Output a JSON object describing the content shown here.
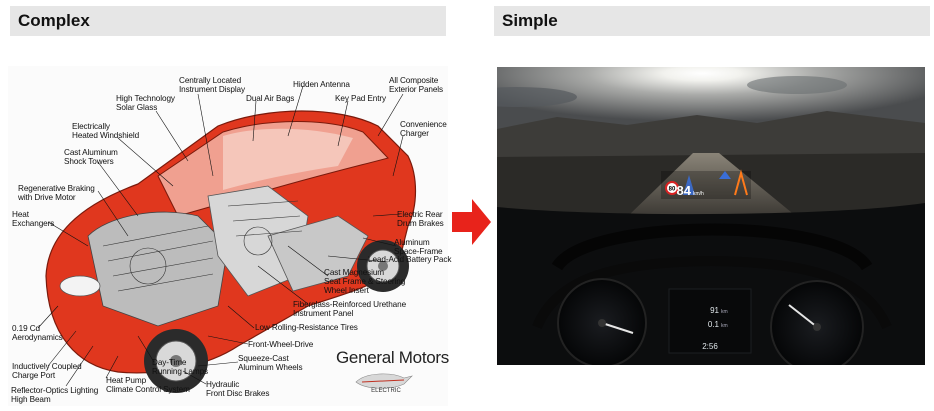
{
  "headers": {
    "left": "Complex",
    "right": "Simple"
  },
  "car_labels": {
    "centrally_located": "Centrally Located\nInstrument Display",
    "hidden_antenna": "Hidden Antenna",
    "all_composite": "All Composite\nExterior Panels",
    "high_technology": "High Technology\nSolar Glass",
    "dual_air_bags": "Dual Air Bags",
    "key_pad": "Key Pad Entry",
    "convenience_charger": "Convenience\nCharger",
    "electrically_heated": "Electrically\nHeated Windshield",
    "cast_aluminum_towers": "Cast Aluminum\nShock Towers",
    "regenerative_braking": "Regenerative Braking\nwith Drive Motor",
    "heat_exchangers": "Heat\nExchangers",
    "electric_rear": "Electric Rear\nDrum Brakes",
    "aluminum_space": "Aluminum\nSpace-Frame",
    "lead_acid": "Lead-Acid Battery Pack",
    "cast_magnesium": "Cast Magnesium\nSeat Frame & Steering\nWheel Insert",
    "fiberglass": "Fiberglass-Reinforced Urethane\nInstrument Panel",
    "low_rolling": "Low Rolling-Resistance Tires",
    "front_wheel": "Front-Wheel-Drive",
    "squeeze_cast": "Squeeze-Cast\nAluminum Wheels",
    "hydraulic": "Hydraulic\nFront Disc Brakes",
    "day_time": "Day-Time\nRunning Lamps",
    "heat_pump": "Heat Pump\nClimate Control System",
    "reflector": "Reflector-Optics Lighting\nHigh Beam",
    "inductively": "Inductively Coupled\nCharge Port",
    "aerodynamics": "0.19 Cd\nAerodynamics"
  },
  "brand": {
    "name": "General Motors",
    "badge": "ELECTRIC"
  },
  "hud": {
    "speed": "84",
    "unit": "km/h",
    "limit": "80"
  },
  "dash": {
    "trip": "91",
    "trip_unit": "km",
    "economy": "0.1",
    "economy_unit": "km",
    "time": "2:56"
  },
  "colors": {
    "header_bg": "#e6e6e6",
    "car_red": "#e0371e",
    "arrow_red": "#e8231b"
  }
}
